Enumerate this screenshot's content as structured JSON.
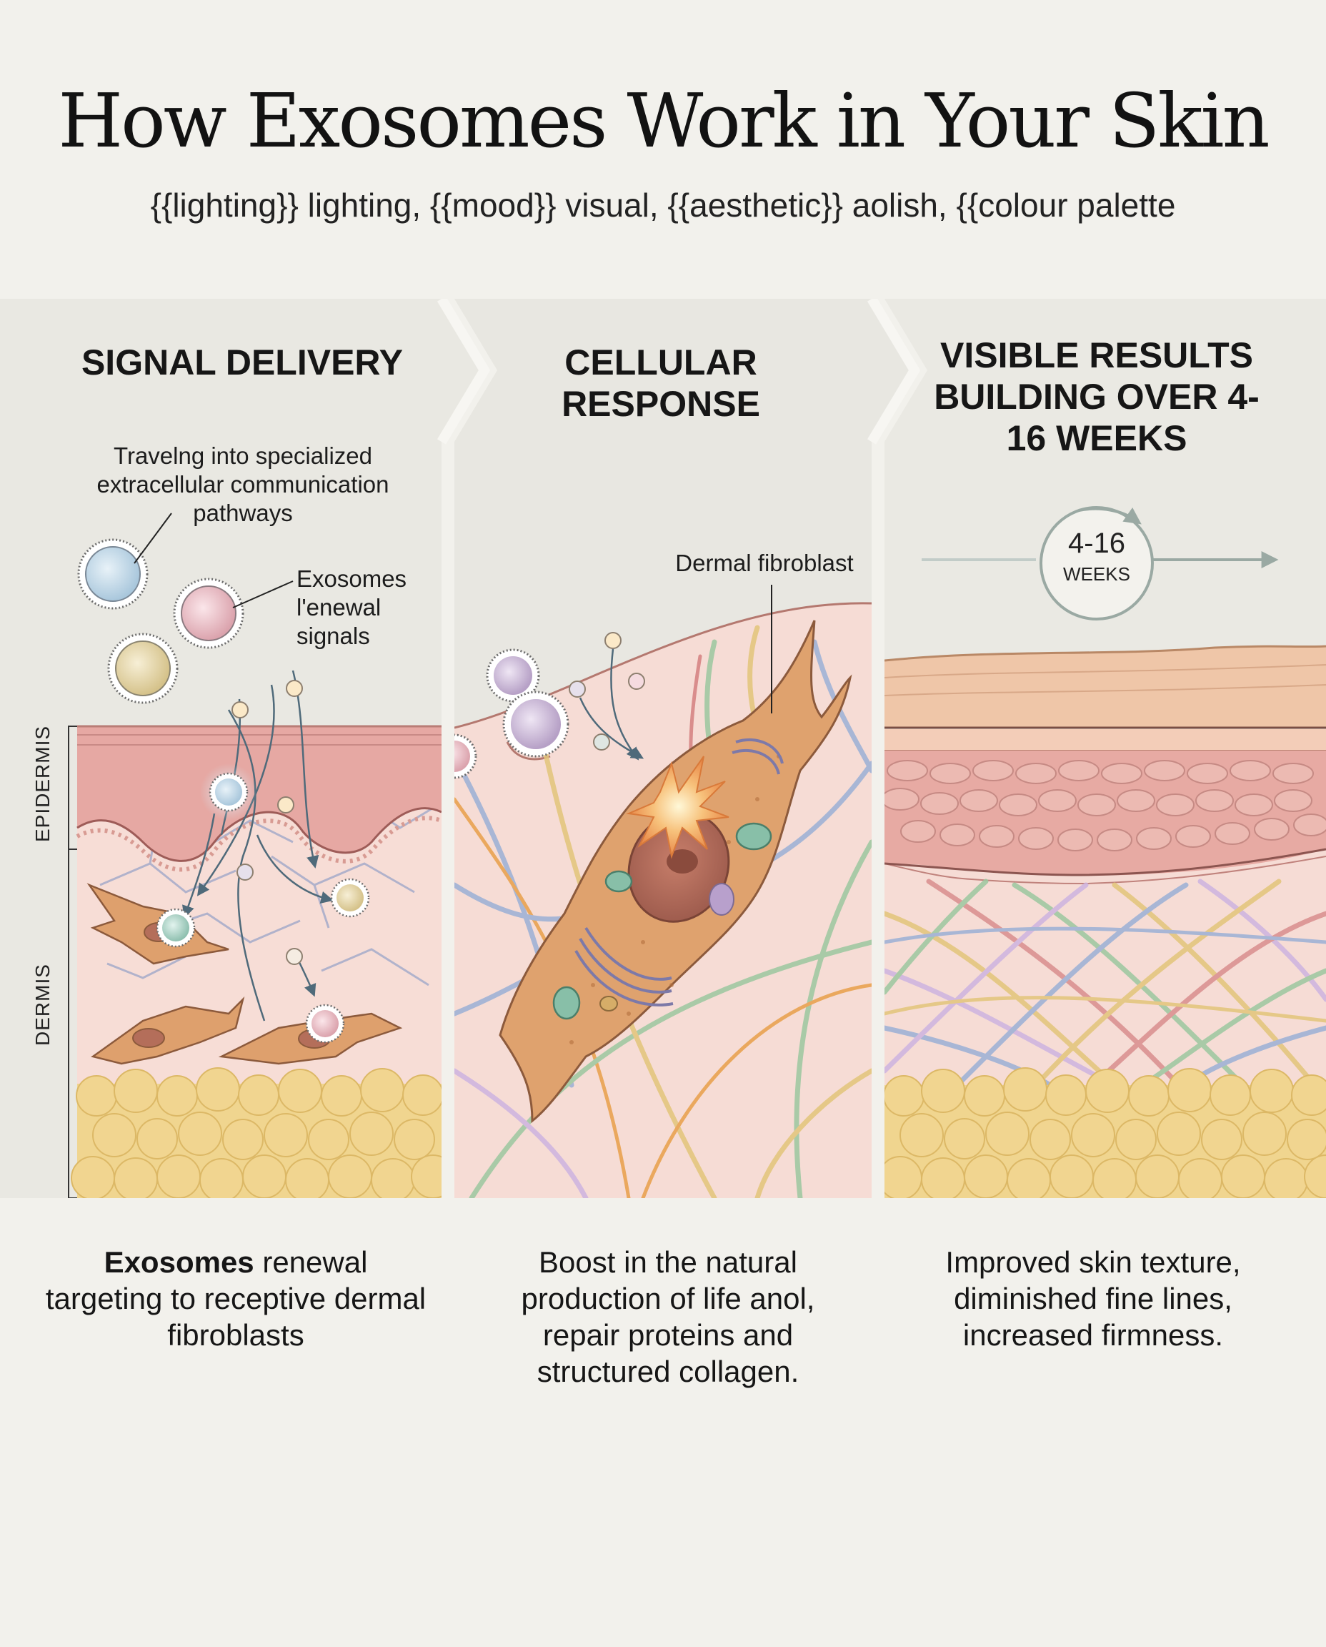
{
  "title": "How Exosomes Work in Your Skin",
  "subtitle": "{{lighting}} lighting, {{mood}} visual, {{aesthetic}} aolish, {{colour palette",
  "panels": [
    {
      "heading": "SIGNAL DELIVERY",
      "annotation_pathway": "Travelng into specialized extracellular communication pathways",
      "annotation_exosomes": "Exosomes l'enewal signals",
      "layer_epidermis": "EPIDERMIS",
      "layer_dermis": "DERMIS",
      "caption_bold": "Exosomes",
      "caption_rest": " renewal targeting to receptive dermal fibroblasts"
    },
    {
      "heading": "CELLULAR RESPONSE",
      "annotation_fibroblast": "Dermal fibroblast",
      "caption": "Boost in the natural production of life anol, repair proteins and structured collagen."
    },
    {
      "heading": "VISIBLE RESULTS BUILDING OVER 4-16 WEEKS",
      "timer_value": "4-16",
      "timer_unit": "WEEKS",
      "caption": "Improved skin texture, diminished fine lines, increased firmness."
    }
  ],
  "colors": {
    "background": "#f2f1ec",
    "panel": "#e9e8e2",
    "dermis": "#f6dcd5",
    "epidermis": "#e8a9a4",
    "fat": "#f2d795",
    "fibroblast": "#dfa26e",
    "arrow": "#4f6a7a"
  }
}
